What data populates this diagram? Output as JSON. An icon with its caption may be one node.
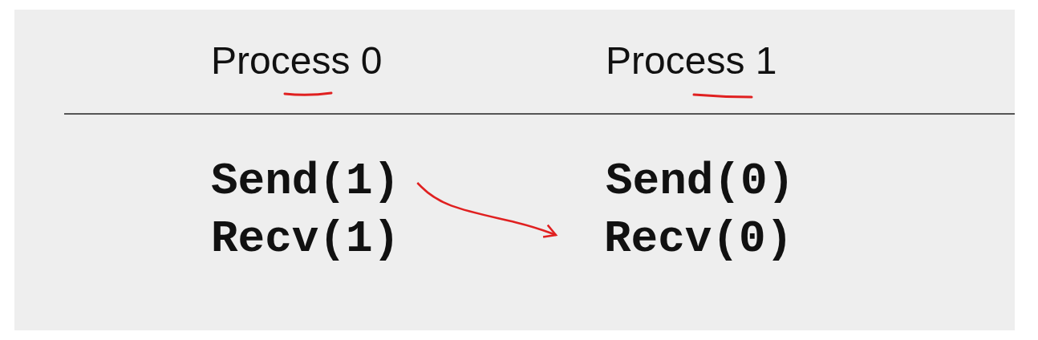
{
  "diagram": {
    "nodes": [
      {
        "text": [
          "Send(1)"
        ]
      },
      {
        "text": [
          "Recv(0)"
        ]
      }
    ],
    "edges": [
      {
        "from": 0,
        "to": 1,
        "arrow": "to"
      }
    ],
    "labels": [
      "Process 0",
      "Process 1",
      "Send(0)",
      "Recv(1)"
    ]
  }
}
